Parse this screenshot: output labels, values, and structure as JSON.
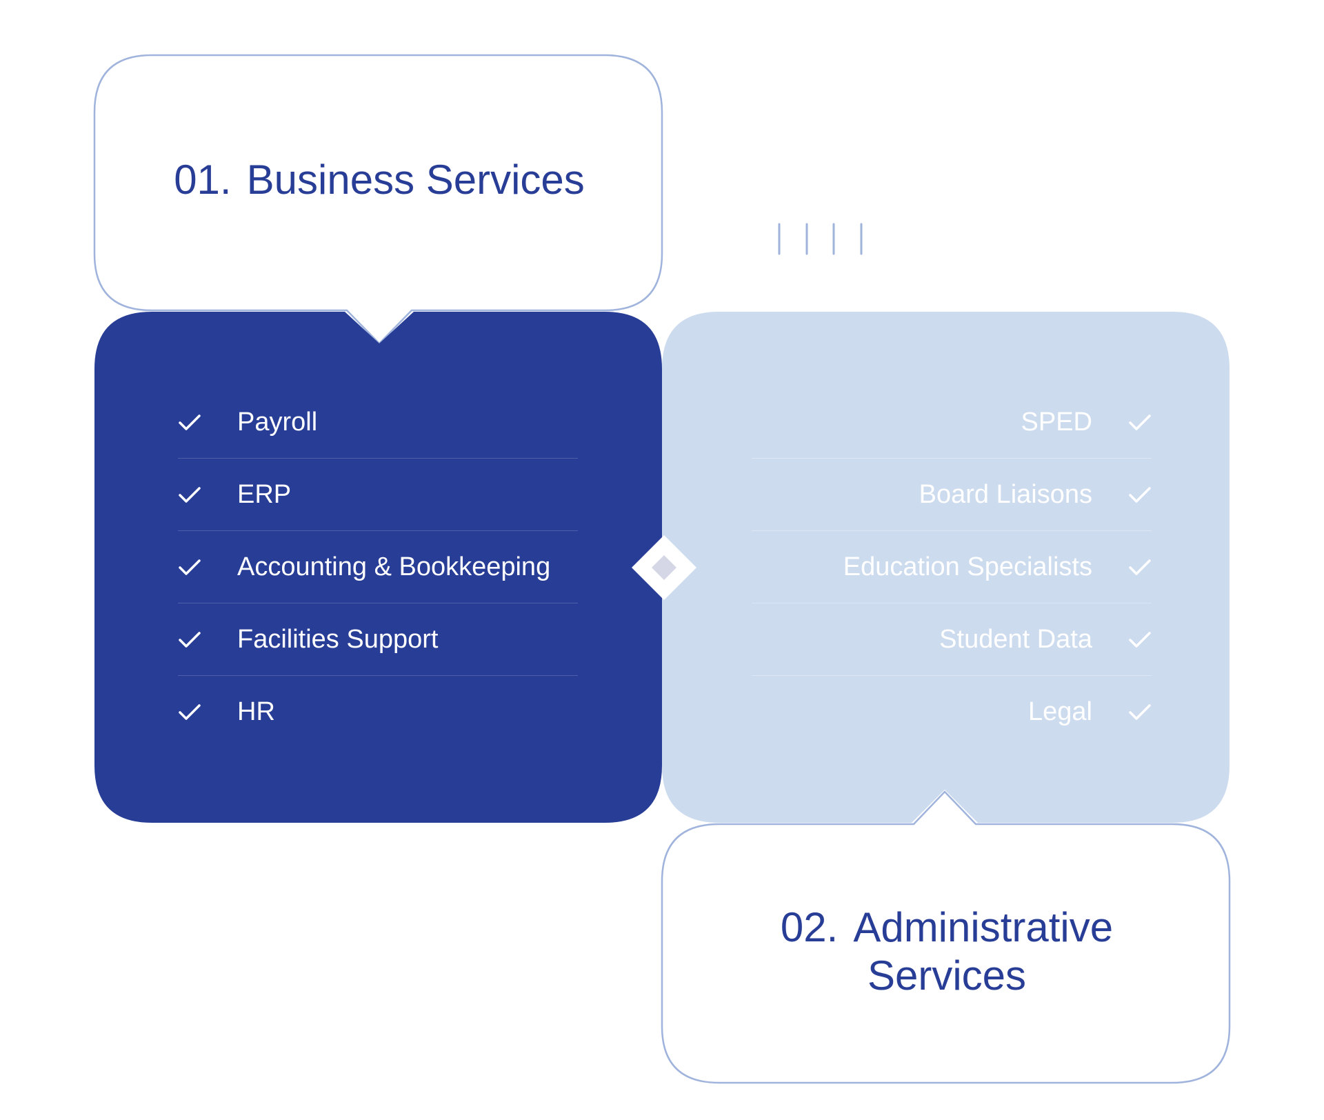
{
  "colors": {
    "primary_navy": "#283d96",
    "light_blue_panel": "#cddbee",
    "outline_blue": "#9fb3dc",
    "diamond_fill": "#d5d7e6",
    "text_on_dark": "#ffffff"
  },
  "business": {
    "number": "01.",
    "title": "Business Services",
    "items": [
      {
        "label": "Payroll",
        "icon": "checkmark-icon"
      },
      {
        "label": "ERP",
        "icon": "checkmark-icon"
      },
      {
        "label": "Accounting & Bookkeeping",
        "icon": "checkmark-icon"
      },
      {
        "label": "Facilities Support",
        "icon": "checkmark-icon"
      },
      {
        "label": "HR",
        "icon": "checkmark-icon"
      }
    ]
  },
  "administrative": {
    "number": "02.",
    "title_line1": "Administrative",
    "title_line2": "Services",
    "items": [
      {
        "label": "SPED",
        "icon": "checkmark-icon"
      },
      {
        "label": "Board Liaisons",
        "icon": "checkmark-icon"
      },
      {
        "label": "Education Specialists",
        "icon": "checkmark-icon"
      },
      {
        "label": "Student Data",
        "icon": "checkmark-icon"
      },
      {
        "label": "Legal",
        "icon": "checkmark-icon"
      }
    ]
  },
  "decorations": {
    "tick_marks_icon": "vertical-lines-decoration",
    "center_connector_icon": "diamond-connector-icon"
  }
}
